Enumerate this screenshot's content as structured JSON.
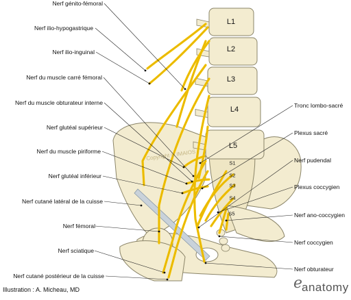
{
  "vertebrae": [
    "L1",
    "L2",
    "L3",
    "L4",
    "L5"
  ],
  "sacral_segments": [
    "S1",
    "S2",
    "S3",
    "S4",
    "S5"
  ],
  "left_labels": [
    "Nerf génito-fémoral",
    "Nerf ilio-hypogastrique",
    "Nerf ilio-inguinal",
    "Nerf du muscle carré fémoral",
    "Nerf du muscle obturateur interne",
    "Nerf glutéal supérieur",
    "Nerf du muscle piriforme",
    "Nerf glutéal inférieur",
    "Nerf cutané latéral de la cuisse",
    "Nerf fémoral",
    "Nerf sciatique",
    "Nerf cutané postérieur de la cuisse"
  ],
  "right_labels": [
    "Tronc lombo-sacré",
    "Plexus sacré",
    "Nerf pudendal",
    "Plexus coccygien",
    "Nerf ano-coccygien",
    "Nerf coccygien",
    "Nerf obturateur"
  ],
  "credit": "Illustration : A. Micheau, MD",
  "watermark": "Copyright © IMAIOS",
  "logo_text": "anatomy",
  "logo_mark": "e",
  "colors": {
    "nerve": "#f2c200",
    "bone": "#f3ecd0",
    "bone_outline": "#8a8468",
    "band": "#c9d2da"
  }
}
